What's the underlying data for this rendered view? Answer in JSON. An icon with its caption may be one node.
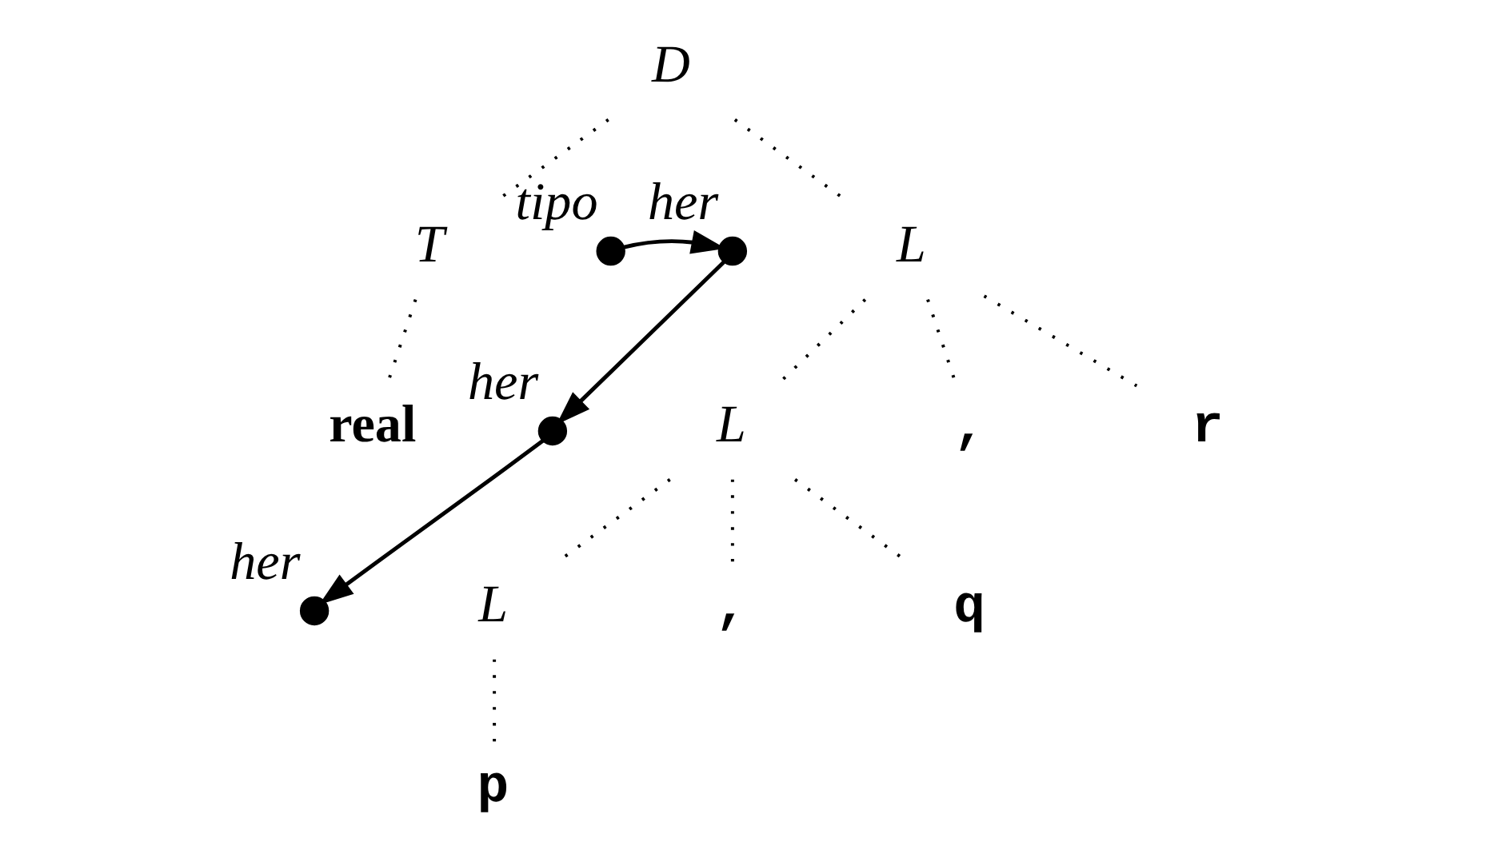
{
  "diagram": {
    "nodes": [
      {
        "text": [
          "D"
        ]
      },
      {
        "text": [
          "T"
        ]
      },
      {
        "text": [],
        "shape": "circle",
        "beside": [
          "tipo"
        ]
      },
      {
        "text": [],
        "shape": "circle",
        "beside": [
          "her"
        ]
      },
      {
        "text": [
          "L"
        ]
      },
      {
        "text": [
          "real"
        ]
      },
      {
        "text": [],
        "shape": "circle",
        "beside": [
          "her"
        ]
      },
      {
        "text": [
          "L"
        ]
      },
      {
        "text": [
          ","
        ]
      },
      {
        "text": [
          "r"
        ]
      },
      {
        "text": [],
        "shape": "circle",
        "beside": [
          "her"
        ]
      },
      {
        "text": [
          "L"
        ]
      },
      {
        "text": [
          ","
        ]
      },
      {
        "text": [
          "q"
        ]
      },
      {
        "text": [
          "p"
        ]
      }
    ],
    "edges": [
      {
        "from": 0,
        "to": 1,
        "arrow": "none",
        "style": "dashed"
      },
      {
        "from": 0,
        "to": 4,
        "arrow": "none",
        "style": "dashed"
      },
      {
        "from": 1,
        "to": 5,
        "arrow": "none",
        "style": "dashed"
      },
      {
        "from": 4,
        "to": 7,
        "arrow": "none",
        "style": "dashed"
      },
      {
        "from": 4,
        "to": 8,
        "arrow": "none",
        "style": "dashed"
      },
      {
        "from": 4,
        "to": 9,
        "arrow": "none",
        "style": "dashed"
      },
      {
        "from": 7,
        "to": 11,
        "arrow": "none",
        "style": "dashed"
      },
      {
        "from": 7,
        "to": 12,
        "arrow": "none",
        "style": "dashed"
      },
      {
        "from": 7,
        "to": 13,
        "arrow": "none",
        "style": "dashed"
      },
      {
        "from": 11,
        "to": 14,
        "arrow": "none",
        "style": "dashed"
      },
      {
        "from": 2,
        "to": 3,
        "arrow": "to"
      },
      {
        "from": 3,
        "to": 6,
        "arrow": "to"
      },
      {
        "from": 6,
        "to": 10,
        "arrow": "to"
      }
    ]
  }
}
